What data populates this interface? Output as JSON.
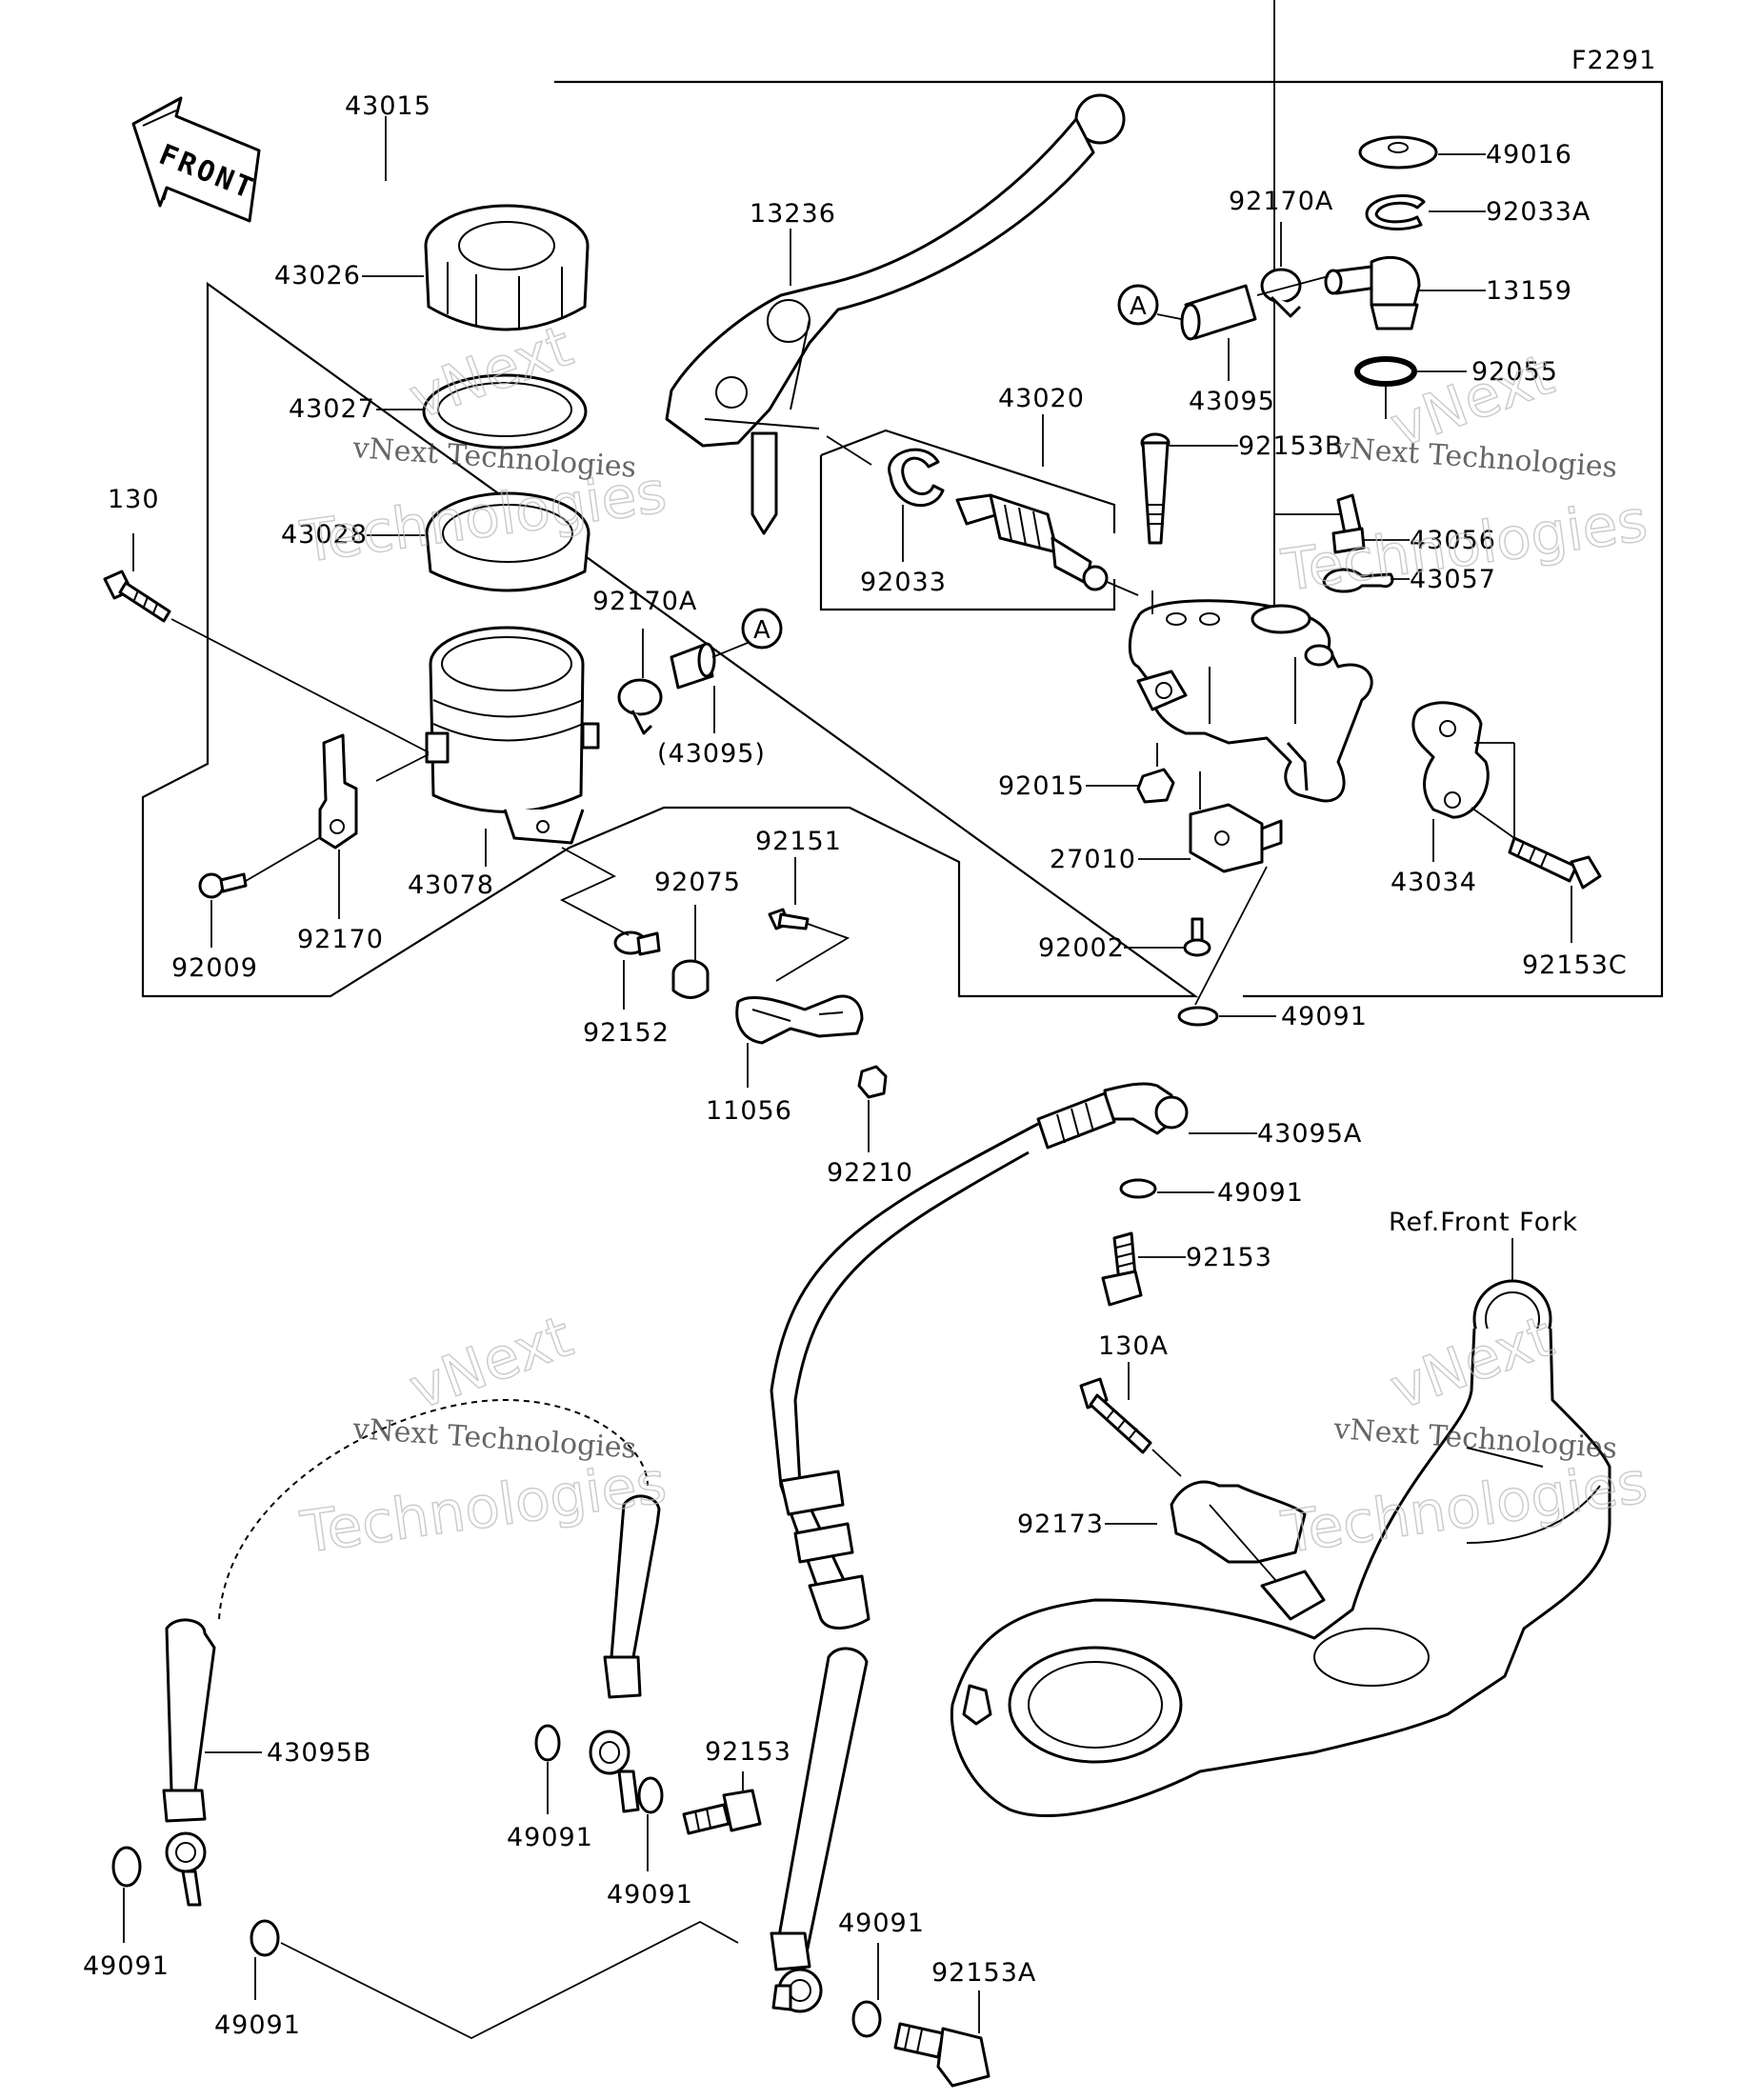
{
  "figure_id": "F2291",
  "front_badge": "FRONT",
  "ref_note": "Ref.Front Fork",
  "callout_symbol": "A",
  "watermark": {
    "company": "vNext Technologies",
    "word1": "vNext",
    "word2": "Technologies"
  },
  "labels": {
    "p43015": "43015",
    "p43026": "43026",
    "p43027": "43027",
    "p43028": "43028",
    "p130": "130",
    "p92170A_a": "92170A",
    "p43095_paren": "(43095)",
    "p43078": "43078",
    "p92009": "92009",
    "p92170": "92170",
    "p13236": "13236",
    "p43020": "43020",
    "p92033": "92033",
    "p49016": "49016",
    "p92170A_b": "92170A",
    "p92033A": "92033A",
    "p13159": "13159",
    "p43095": "43095",
    "p92055": "92055",
    "p92153B": "92153B",
    "p43056": "43056",
    "p43057": "43057",
    "p92015": "92015",
    "p27010": "27010",
    "p92002": "92002",
    "p43034": "43034",
    "p92153C": "92153C",
    "p92151": "92151",
    "p92075": "92075",
    "p92152": "92152",
    "p11056": "11056",
    "p92210": "92210",
    "p49091_a": "49091",
    "p43095A": "43095A",
    "p49091_b": "49091",
    "p92153_a": "92153",
    "p130A": "130A",
    "p92173": "92173",
    "p43095B": "43095B",
    "p49091_c": "49091",
    "p49091_d": "49091",
    "p92153_b": "92153",
    "p49091_e": "49091",
    "p49091_f": "49091",
    "p49091_g": "49091",
    "p92153A": "92153A"
  }
}
